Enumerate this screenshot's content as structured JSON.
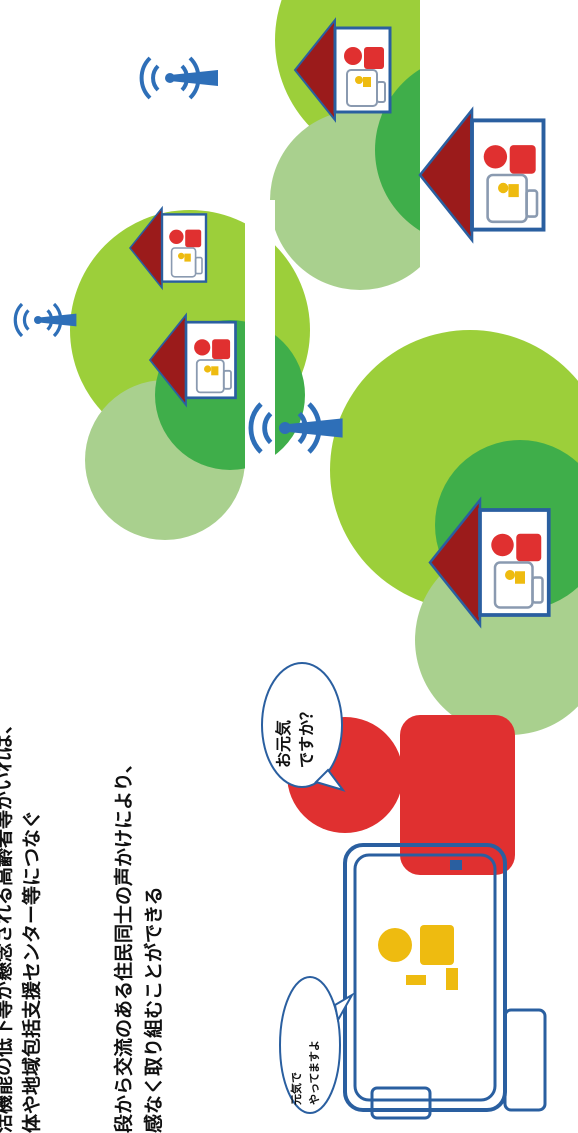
{
  "text_lines": {
    "line1": "活機能の低下等が懸念される高齢者等がいれば、",
    "line2": "体や地域包括支援センター等につなぐ",
    "line3": "段から交流のある住民同士の声かけにより、",
    "line4": "感なく取り組むことができる"
  },
  "speech": {
    "visitor": [
      "お元気",
      "ですか？"
    ],
    "resident": [
      "元気で",
      "やってますよ"
    ]
  },
  "colors": {
    "house_roof": "#9b1b1b",
    "house_outline": "#2a5fa0",
    "person_visitor": "#e03030",
    "person_resident": "#eebb10",
    "light_green": "#9ccf3a",
    "mid_green": "#3fae4a",
    "pale_green": "#a9d08e",
    "antenna_blue": "#2e6fb8"
  },
  "icons": [
    "house-icon",
    "antenna-icon",
    "signal-waves-icon",
    "person-visitor-icon",
    "person-resident-icon",
    "speech-bubble-icon"
  ]
}
